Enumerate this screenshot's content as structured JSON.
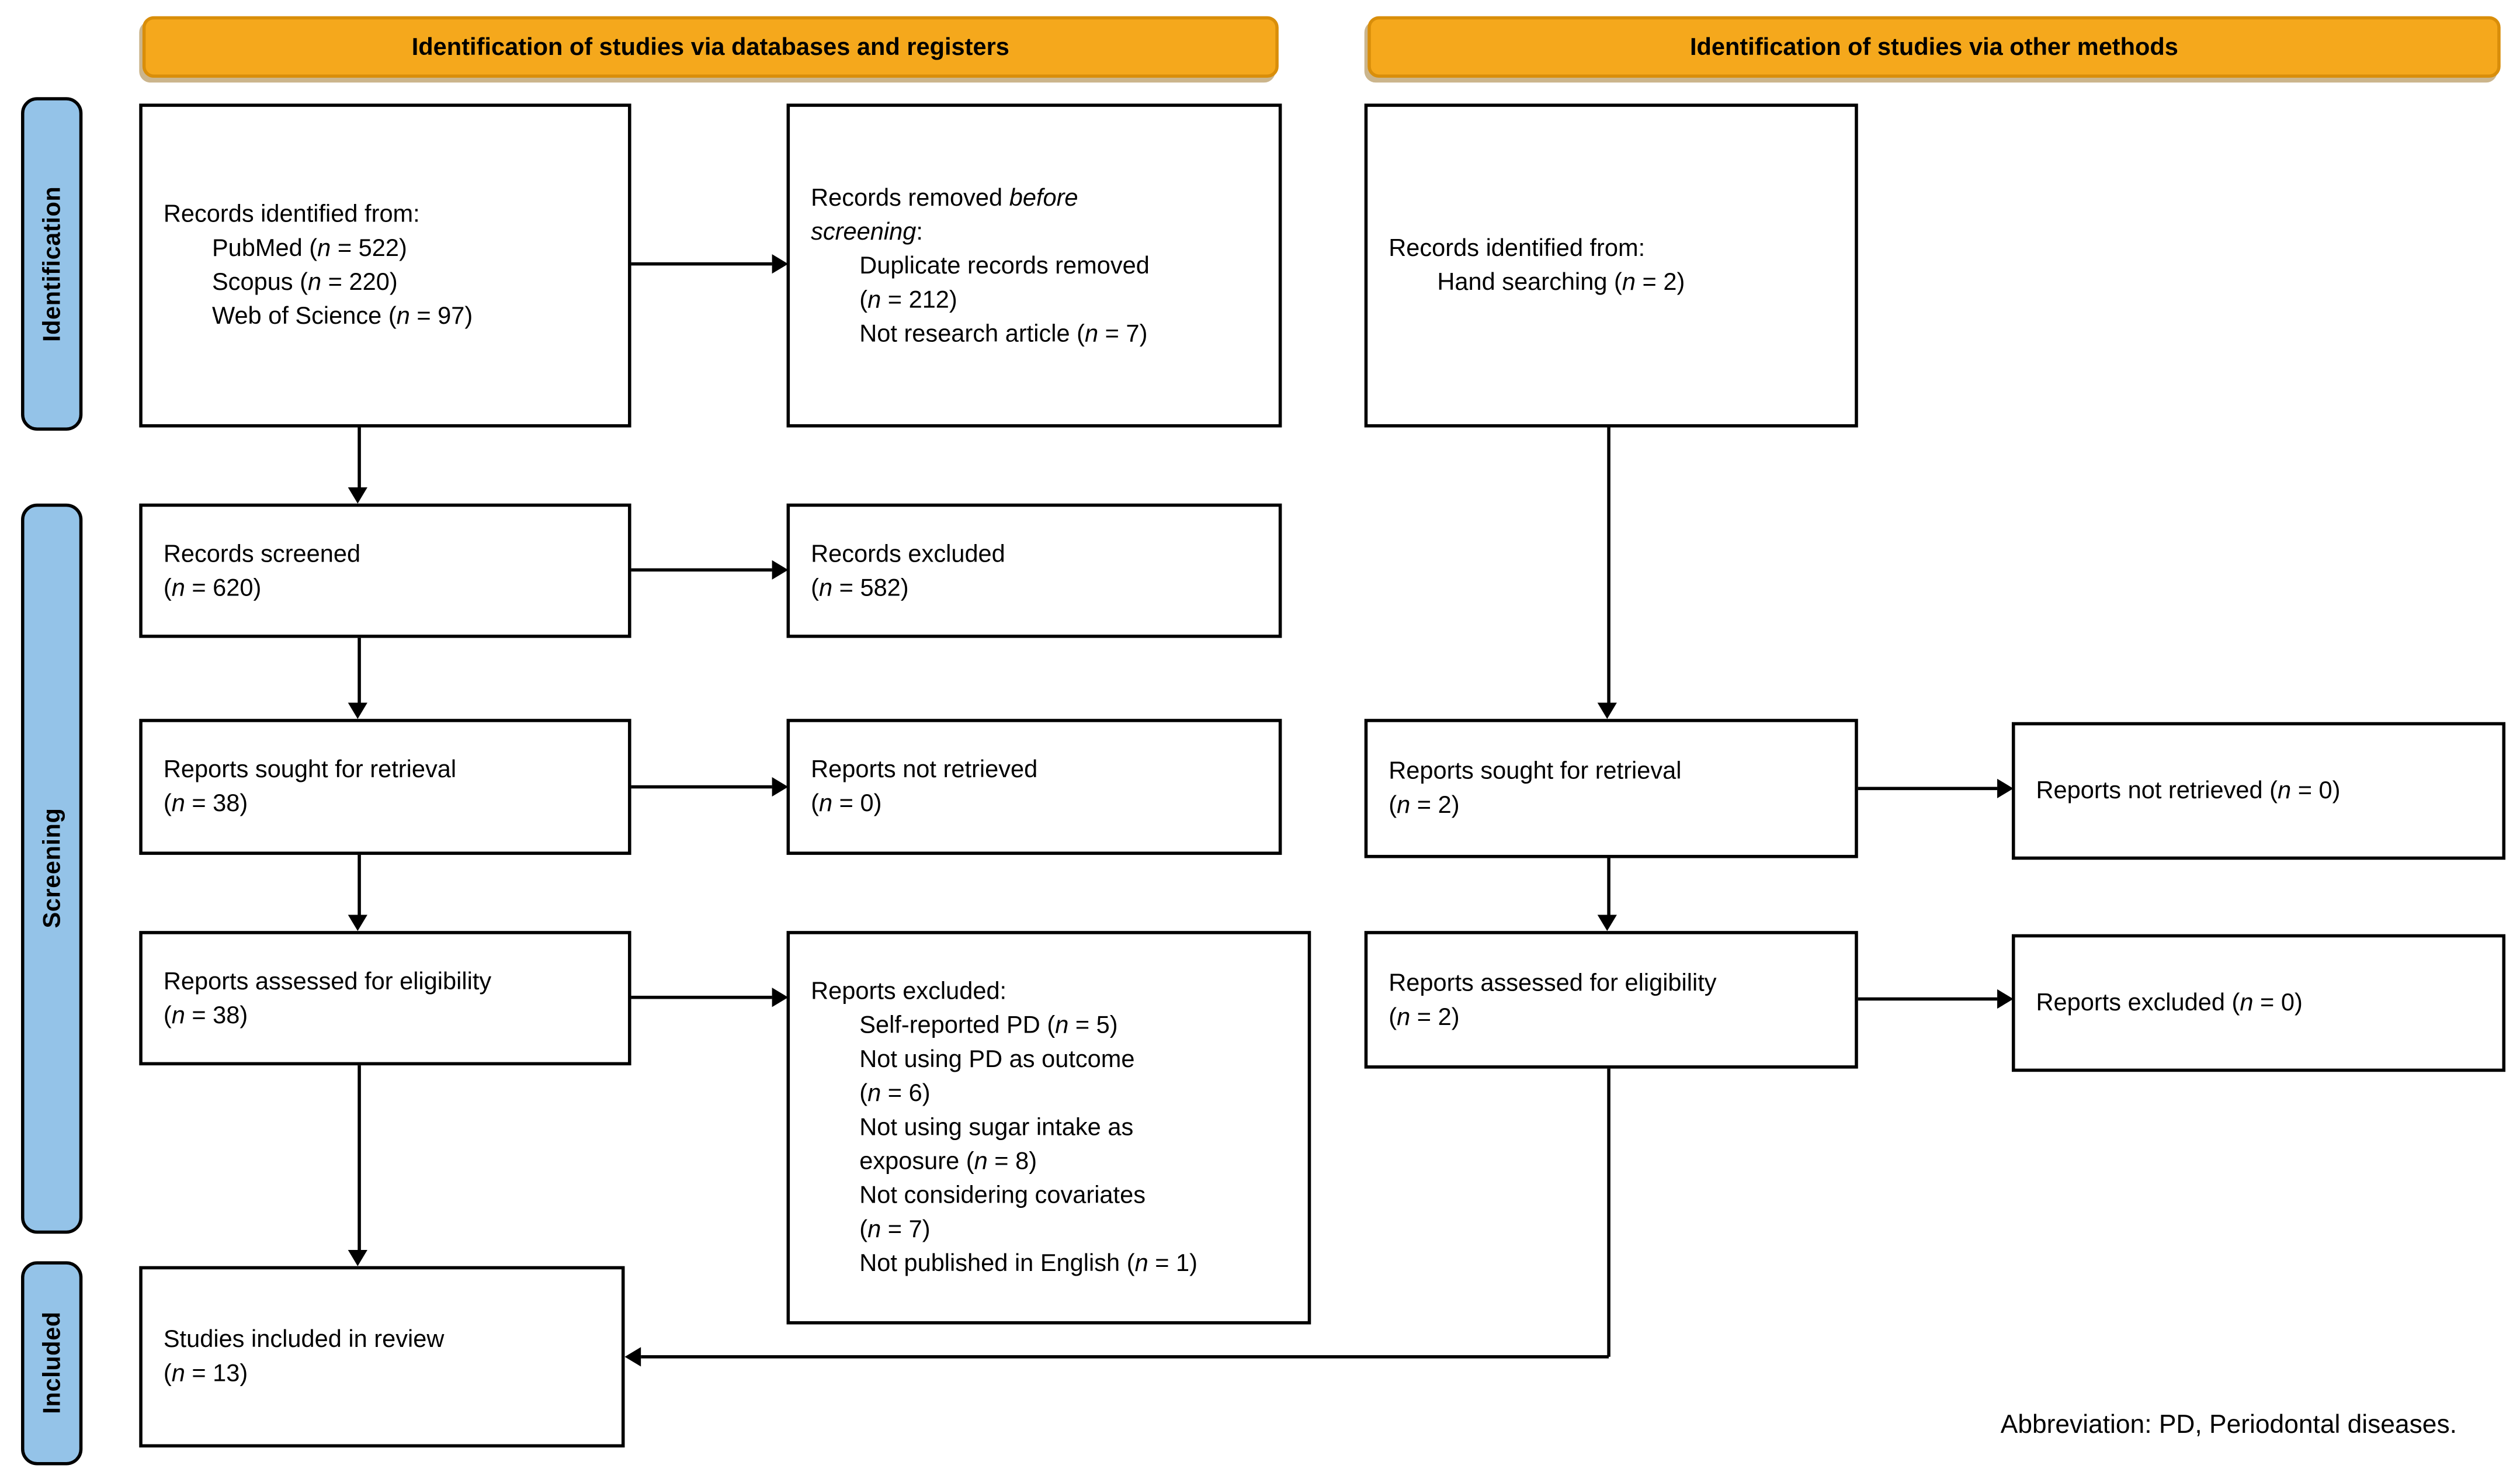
{
  "headers": {
    "databases": "Identification of studies via databases and registers",
    "other": "Identification of studies via other methods"
  },
  "stages": [
    {
      "label": "Identification"
    },
    {
      "label": "Screening"
    },
    {
      "label": "Included"
    }
  ],
  "colors": {
    "banner_bg": "#F5A81C",
    "stage_bg": "#94C3E8",
    "box_border": "#000000",
    "text": "#000000"
  },
  "boxes": {
    "records_identified_db": {
      "lines": [
        {
          "t": "Records identified from:",
          "indent": 0
        },
        {
          "t": "PubMed (*n* = 522)",
          "indent": 1
        },
        {
          "t": "Scopus (*n* = 220)",
          "indent": 1
        },
        {
          "t": "Web of Science (*n* = 97)",
          "indent": 1
        }
      ]
    },
    "records_removed": {
      "lines": [
        {
          "t": "Records removed *before*",
          "indent": 0
        },
        {
          "t": "*screening*:",
          "indent": 0
        },
        {
          "t": "Duplicate records removed",
          "indent": 1
        },
        {
          "t": "(*n* = 212)",
          "indent": 1
        },
        {
          "t": "Not research article (*n* = 7)",
          "indent": 1
        }
      ]
    },
    "records_identified_other": {
      "lines": [
        {
          "t": "Records identified from:",
          "indent": 0
        },
        {
          "t": "Hand searching (*n* = 2)",
          "indent": 1
        }
      ]
    },
    "records_screened": {
      "lines": [
        {
          "t": "Records screened",
          "indent": 0
        },
        {
          "t": "(*n* = 620)",
          "indent": 0
        }
      ]
    },
    "records_excluded": {
      "lines": [
        {
          "t": "Records excluded",
          "indent": 0
        },
        {
          "t": "(*n* = 582)",
          "indent": 0
        }
      ]
    },
    "reports_sought_db": {
      "lines": [
        {
          "t": "Reports sought for retrieval",
          "indent": 0
        },
        {
          "t": "(*n* = 38)",
          "indent": 0
        }
      ]
    },
    "reports_not_retrieved_db": {
      "lines": [
        {
          "t": "Reports not retrieved",
          "indent": 0
        },
        {
          "t": "(*n* = 0)",
          "indent": 0
        }
      ]
    },
    "reports_sought_other": {
      "lines": [
        {
          "t": "Reports sought for retrieval",
          "indent": 0
        },
        {
          "t": "(*n* = 2)",
          "indent": 0
        }
      ]
    },
    "reports_not_retrieved_other": {
      "lines": [
        {
          "t": "Reports not retrieved (*n* = 0)",
          "indent": 0
        }
      ]
    },
    "reports_assessed_db": {
      "lines": [
        {
          "t": "Reports assessed for eligibility",
          "indent": 0
        },
        {
          "t": "(*n* = 38)",
          "indent": 0
        }
      ]
    },
    "reports_excluded_db": {
      "lines": [
        {
          "t": "Reports excluded:",
          "indent": 0
        },
        {
          "t": "Self-reported PD (*n* = 5)",
          "indent": 1
        },
        {
          "t": "Not using PD as outcome",
          "indent": 1
        },
        {
          "t": "(*n* = 6)",
          "indent": 1
        },
        {
          "t": "Not using sugar intake as",
          "indent": 1
        },
        {
          "t": "exposure (*n* = 8)",
          "indent": 1
        },
        {
          "t": "Not considering covariates",
          "indent": 1
        },
        {
          "t": "(*n* = 7)",
          "indent": 1
        },
        {
          "t": "Not published in English (*n* = 1)",
          "indent": 1
        }
      ]
    },
    "reports_assessed_other": {
      "lines": [
        {
          "t": "Reports assessed for eligibility",
          "indent": 0
        },
        {
          "t": "(*n* = 2)",
          "indent": 0
        }
      ]
    },
    "reports_excluded_other": {
      "lines": [
        {
          "t": "Reports excluded (*n* = 0)",
          "indent": 0
        }
      ]
    },
    "studies_included": {
      "lines": [
        {
          "t": "Studies included in review",
          "indent": 0
        },
        {
          "t": "(*n* = 13)",
          "indent": 0
        }
      ]
    }
  },
  "footnote": "Abbreviation: PD, Periodontal diseases."
}
